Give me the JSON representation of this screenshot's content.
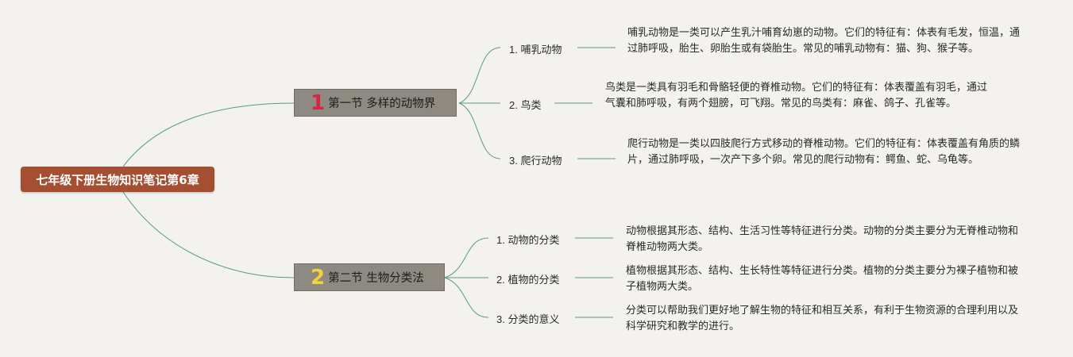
{
  "root": {
    "title": "七年级下册生物知识笔记第6章"
  },
  "sections": [
    {
      "number": "1",
      "number_color": "#d7263d",
      "title": "第一节 多样的动物界",
      "items": [
        {
          "label": "1. 哺乳动物",
          "desc": "哺乳动物是一类可以产生乳汁哺育幼崽的动物。它们的特征有：体表有毛发，恒温，通过肺呼吸，胎生、卵胎生或有袋胎生。常见的哺乳动物有：猫、狗、猴子等。"
        },
        {
          "label": "2. 鸟类",
          "desc": "鸟类是一类具有羽毛和骨骼轻便的脊椎动物。它们的特征有：体表覆盖有羽毛，通过气囊和肺呼吸，有两个翅膀，可飞翔。常见的鸟类有：麻雀、鸽子、孔雀等。"
        },
        {
          "label": "3. 爬行动物",
          "desc": "爬行动物是一类以四肢爬行方式移动的脊椎动物。它们的特征有：体表覆盖有角质的鳞片，通过肺呼吸，一次产下多个卵。常见的爬行动物有：鳄鱼、蛇、乌龟等。"
        }
      ]
    },
    {
      "number": "2",
      "number_color": "#f2d43a",
      "title": "第二节 生物分类法",
      "items": [
        {
          "label": "1. 动物的分类",
          "desc": "动物根据其形态、结构、生活习性等特征进行分类。动物的分类主要分为无脊椎动物和脊椎动物两大类。"
        },
        {
          "label": "2. 植物的分类",
          "desc": "植物根据其形态、结构、生长特性等特征进行分类。植物的分类主要分为裸子植物和被子植物两大类。"
        },
        {
          "label": "3. 分类的意义",
          "desc": "分类可以帮助我们更好地了解生物的特征和相互关系，有利于生物资源的合理利用以及科学研究和教学的进行。"
        }
      ]
    }
  ],
  "colors": {
    "line": "#5a9a88",
    "root_bg": "#a54f32",
    "section_bg": "#8e8a82"
  }
}
